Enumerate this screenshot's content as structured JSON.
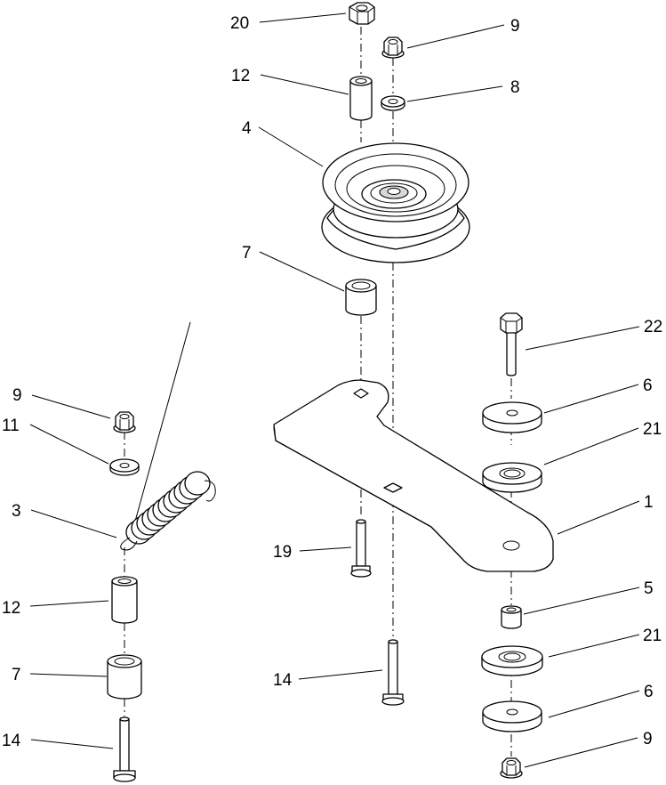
{
  "callouts": {
    "c20": "20",
    "c9_top": "9",
    "c12_top": "12",
    "c8": "8",
    "c4": "4",
    "c7_mid": "7",
    "c22": "22",
    "c6_upper": "6",
    "c21_upper": "21",
    "c1": "1",
    "c19": "19",
    "c5": "5",
    "c21_lower": "21",
    "c14_mid": "14",
    "c6_lower": "6",
    "c9_br": "9",
    "c9_left": "9",
    "c11": "11",
    "c3": "3",
    "c12_left": "12",
    "c7_left": "7",
    "c14_left": "14"
  }
}
